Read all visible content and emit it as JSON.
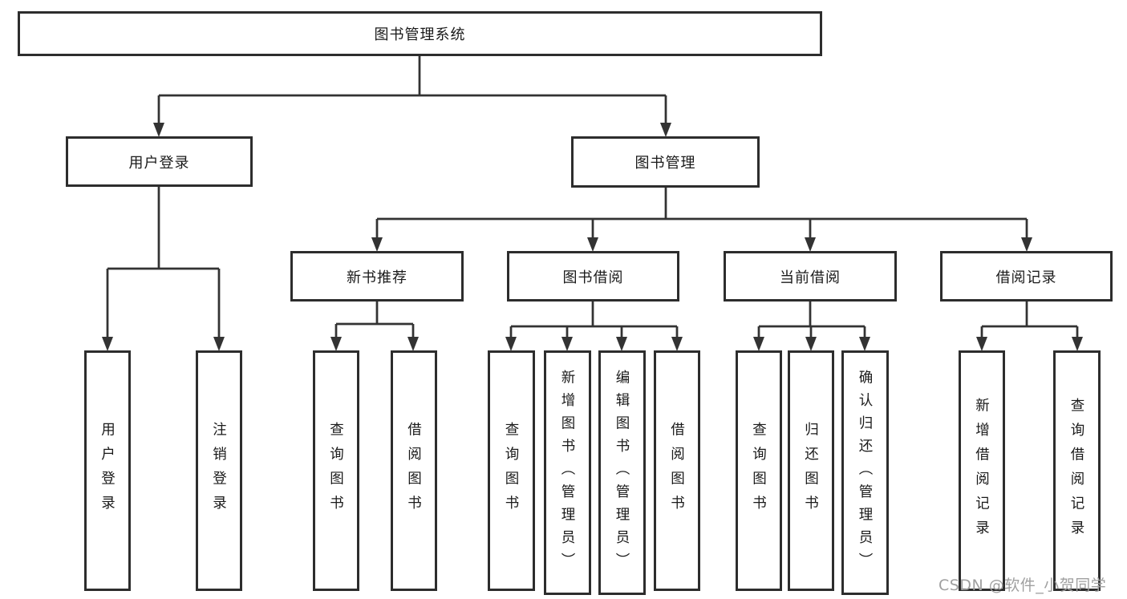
{
  "diagram": {
    "title_node": {
      "label": "图书管理系统"
    },
    "level2": [
      {
        "label": "用户登录"
      },
      {
        "label": "图书管理"
      }
    ],
    "level3": [
      {
        "label": "新书推荐"
      },
      {
        "label": "图书借阅"
      },
      {
        "label": "当前借阅"
      },
      {
        "label": "借阅记录"
      }
    ],
    "leaves": [
      {
        "label": "用户登录"
      },
      {
        "label": "注销登录"
      },
      {
        "label": "查询图书"
      },
      {
        "label": "借阅图书"
      },
      {
        "label": "查询图书"
      },
      {
        "label": "新增图书（管理员）"
      },
      {
        "label": "编辑图书（管理员）"
      },
      {
        "label": "借阅图书"
      },
      {
        "label": "查询图书"
      },
      {
        "label": "归还图书"
      },
      {
        "label": "确认归还（管理员）"
      },
      {
        "label": "新增借阅记录"
      },
      {
        "label": "查询借阅记录"
      }
    ]
  },
  "watermark": {
    "text": "CSDN @软件_小贺同学"
  },
  "colors": {
    "line": "#333333",
    "box_border": "#2d2d2d",
    "box_fill": "#ffffff",
    "text": "#1a1a1a",
    "watermark": "#a0a0a0",
    "background": "#ffffff"
  }
}
